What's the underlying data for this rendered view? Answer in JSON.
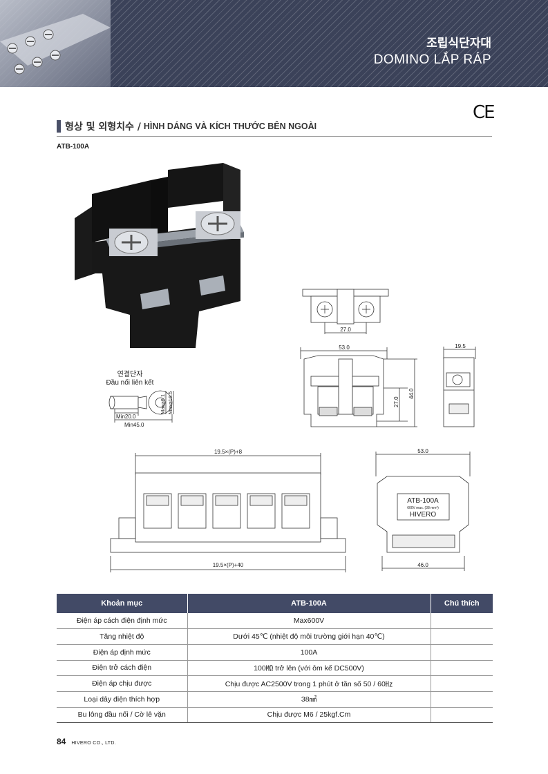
{
  "header": {
    "title_ko": "조립식단자대",
    "title_vi": "DOMINO LẮP RÁP"
  },
  "certification": "CE",
  "section": {
    "title_ko": "형상 및 외형치수 /",
    "title_vi": "HÌNH DÁNG VÀ KÍCH THƯỚC BÊN NGOÀI"
  },
  "model_label": "ATB-100A",
  "connector": {
    "title_ko": "연결단자",
    "title_vi": "Đầu nối liên kết",
    "dim_max1": "Max⌀6.1",
    "dim_max2": "Max⌀16.5",
    "dim_min1": "Min20.0",
    "dim_min2": "Min45.0"
  },
  "drawing_dims": {
    "top_width": "27.0",
    "front_width": "53.0",
    "front_height": "44.0",
    "front_inner": "27.0",
    "side_width": "19.5",
    "assembly_top": "19.5×(P)+8",
    "assembly_bottom": "19.5×(P)+40",
    "end_top": "53.0",
    "end_bottom": "46.0"
  },
  "end_label": {
    "model": "ATB-100A",
    "rating": "600V max. (38 mm²)",
    "brand": "HIVERO"
  },
  "table": {
    "headers": [
      "Khoản mục",
      "ATB-100A",
      "Chú thích"
    ],
    "rows": [
      [
        "Điện áp cách điện định mức",
        "Max600V",
        ""
      ],
      [
        "Tăng nhiệt độ",
        "Dưới 45℃ (nhiệt độ môi trường giới hạn 40℃)",
        ""
      ],
      [
        "Điện áp định mức",
        "100A",
        ""
      ],
      [
        "Điện trở cách điện",
        "100㏁ trở lên (với ôm kế DC500V)",
        ""
      ],
      [
        "Điện áp chịu được",
        "Chịu được AC2500V trong 1 phút ở tần số 50 / 60㎐",
        ""
      ],
      [
        "Loại dây điện thích hợp",
        "38㎟",
        ""
      ],
      [
        "Bu lông đầu nối / Cờ lê vặn",
        "Chịu được M6 / 25kgf.Cm",
        ""
      ]
    ]
  },
  "footer": {
    "page_number": "84",
    "company": "HIVERO CO., LTD."
  }
}
